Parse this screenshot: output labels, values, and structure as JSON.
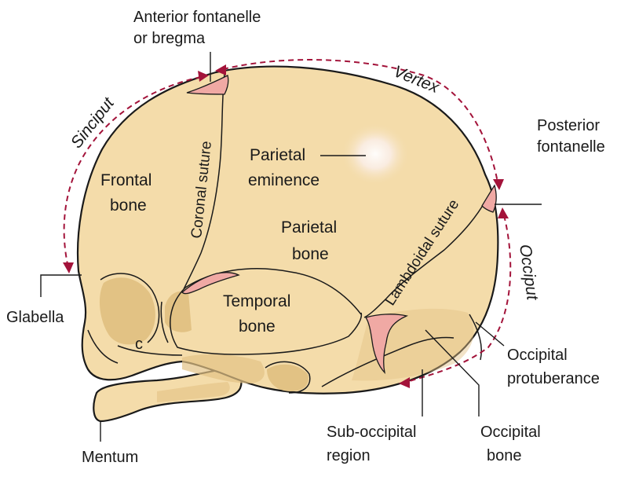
{
  "colors": {
    "bone": "#f4dcaa",
    "bone_shadow": "#e2c284",
    "fontanelle": "#f0a9a4",
    "dashed_arrows": "#a3133a",
    "outline": "#1a1a1a"
  },
  "labels": {
    "anterior_fontanelle": [
      "Anterior fontanelle",
      "or bregma"
    ],
    "vertex": "Vertex",
    "sinciput": "Sinciput",
    "posterior_fontanelle": [
      "Posterior",
      "fontanelle"
    ],
    "occiput": "Occiput",
    "glabella": "Glabella",
    "frontal_bone": [
      "Frontal",
      "bone"
    ],
    "coronal_suture": "Coronal suture",
    "parietal_eminence": [
      "Parietal",
      "eminence"
    ],
    "parietal_bone": [
      "Parietal",
      "bone"
    ],
    "lambdoidal_suture": "Lambdoidal suture",
    "temporal_bone": [
      "Temporal",
      "bone"
    ],
    "occipital_protuberance": [
      "Occipital",
      "protuberance"
    ],
    "sub_occipital_region": [
      "Sub-occipital",
      "region"
    ],
    "occipital_bone": [
      "Occipital",
      "bone"
    ],
    "mentum": "Mentum",
    "small_c": "c"
  }
}
